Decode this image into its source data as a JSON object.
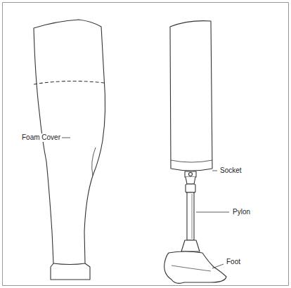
{
  "diagram": {
    "labels": [
      "Foam Cover",
      "Socket",
      "Pylon",
      "Foot"
    ]
  }
}
